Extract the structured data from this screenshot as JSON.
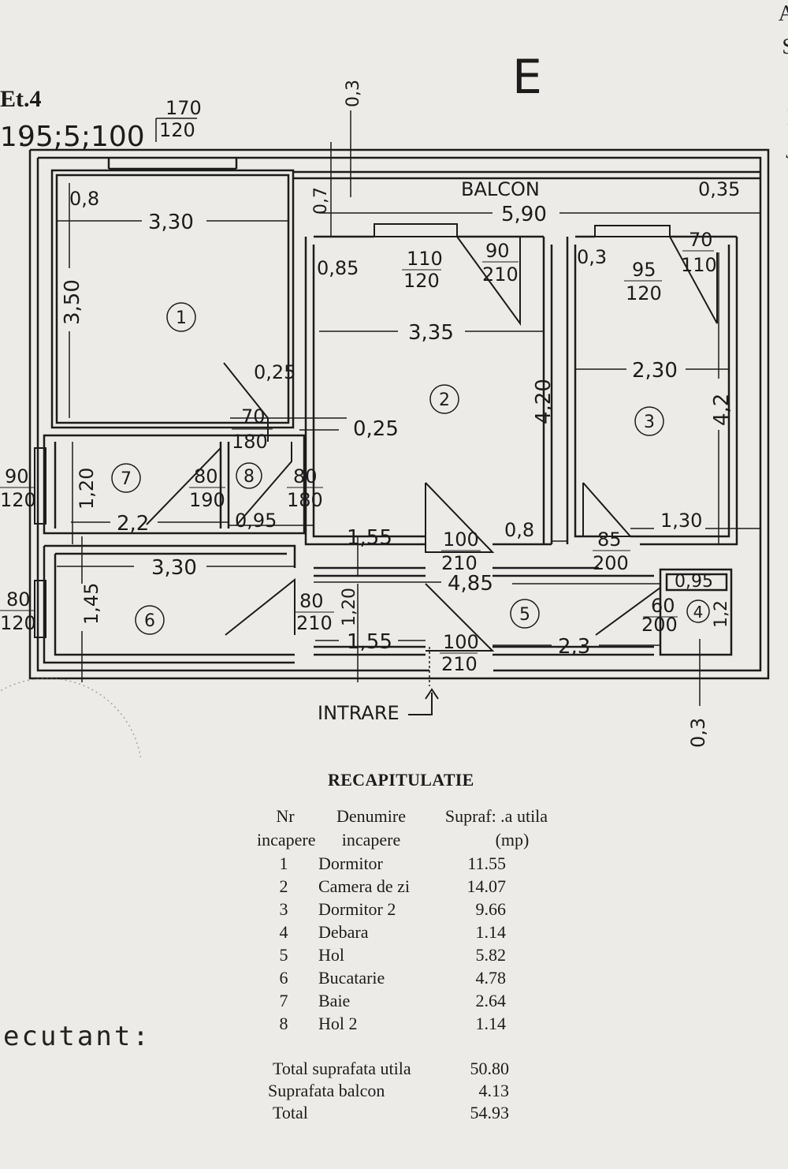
{
  "header": {
    "floor": "Et.4",
    "scale_prefix": "1:",
    "coords": "95;5;100",
    "window_w": "170",
    "window_h": "120",
    "letter": "E",
    "dim_top": "0,3"
  },
  "labels": {
    "balcony": "BALCON",
    "entrance": "INTRARE"
  },
  "dimensions": {
    "d_08": "0,8",
    "d_330a": "3,30",
    "d_350": "3,50",
    "d_07": "0,7",
    "d_590": "5,90",
    "d_035": "0,35",
    "d_085": "0,85",
    "d_335": "3,35",
    "d_420a": "4,20",
    "d_03a": "0,3",
    "d_230": "2,30",
    "d_42": "4,2",
    "d_025a": "0,25",
    "d_025b": "0,25",
    "d_120a": "1,20",
    "d_22": "2,2",
    "d_095a": "0,95",
    "d_155a": "1,55",
    "d_08b": "0,8",
    "d_130": "1,30",
    "d_330b": "3,30",
    "d_485": "4,85",
    "d_095b": "0,95",
    "d_145": "1,45",
    "d_120b": "1,20",
    "d_155b": "1,55",
    "d_23": "2,3",
    "d_12": "1,2",
    "d_03b": "0,3"
  },
  "openings": {
    "w1_t": "110",
    "w1_b": "120",
    "dr1_t": "90",
    "dr1_b": "210",
    "w2_t": "95",
    "w2_b": "120",
    "dr2_t": "70",
    "dr2_b": "110",
    "d8_t": "70",
    "d8_b": "180",
    "d7_t": "80",
    "d7_b": "190",
    "d8b_t": "80",
    "d8b_b": "180",
    "d2_t": "100",
    "d2_b": "210",
    "d3_t": "85",
    "d3_b": "200",
    "d6_t": "80",
    "d6_b": "210",
    "dent_t": "100",
    "dent_b": "210",
    "d4_t": "60",
    "d4_b": "200",
    "wl1_t": "90",
    "wl1_b": "120",
    "wl2_t": "80",
    "wl2_b": "120"
  },
  "room_numbers": [
    "1",
    "2",
    "3",
    "4",
    "5",
    "6",
    "7",
    "8"
  ],
  "recap": {
    "title": "RECAPITULATIE",
    "col_nr": [
      "Nr",
      "incapere"
    ],
    "col_name": [
      "Denumire",
      "incapere"
    ],
    "col_area": [
      "Supraf: .a utila",
      "(mp)"
    ],
    "rows": [
      {
        "nr": "1",
        "name": "Dormitor",
        "area": "11.55"
      },
      {
        "nr": "2",
        "name": "Camera de zi",
        "area": "14.07"
      },
      {
        "nr": "3",
        "name": "Dormitor 2",
        "area": "9.66"
      },
      {
        "nr": "4",
        "name": "Debara",
        "area": "1.14"
      },
      {
        "nr": "5",
        "name": "Hol",
        "area": "5.82"
      },
      {
        "nr": "6",
        "name": "Bucatarie",
        "area": "4.78"
      },
      {
        "nr": "7",
        "name": "Baie",
        "area": "2.64"
      },
      {
        "nr": "8",
        "name": "Hol 2",
        "area": "1.14"
      }
    ],
    "totals": [
      {
        "label": "Total suprafata utila",
        "value": "50.80"
      },
      {
        "label": "Suprafata balcon",
        "value": "4.13"
      },
      {
        "label": "Total",
        "value": "54.93"
      }
    ]
  },
  "footer": {
    "executant": "ecutant:"
  },
  "edge": {
    "a": "A",
    "s": "S",
    "i": "I",
    "j": "J"
  }
}
